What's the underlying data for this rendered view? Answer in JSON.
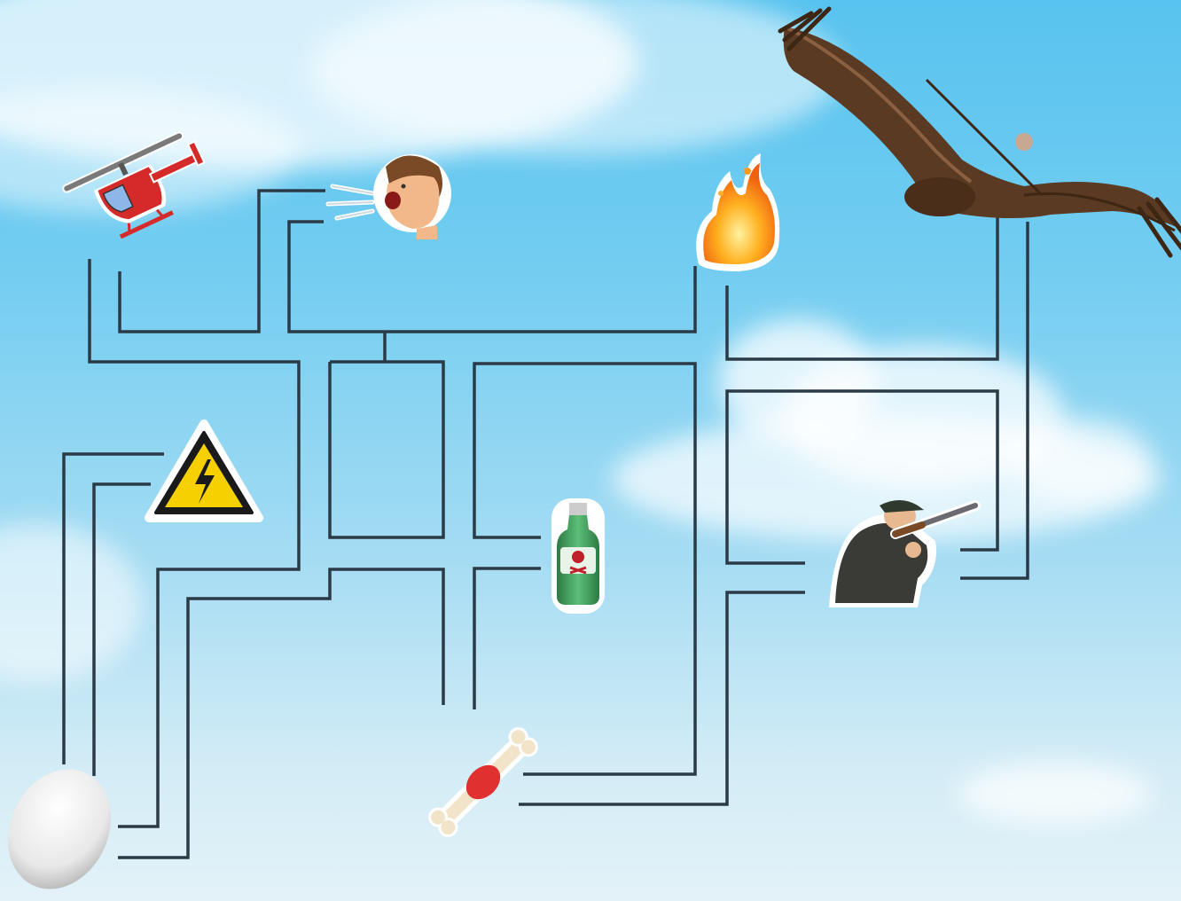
{
  "game": {
    "type": "line-maze",
    "start_item": "egg",
    "goal_item": "vulture",
    "items": [
      {
        "id": "helicopter",
        "icon": "helicopter-icon"
      },
      {
        "id": "blowing-man",
        "icon": "blowing-man-icon"
      },
      {
        "id": "fire",
        "icon": "fire-icon"
      },
      {
        "id": "vulture",
        "icon": "vulture-icon"
      },
      {
        "id": "high-voltage-sign",
        "icon": "warning-sign-icon"
      },
      {
        "id": "poison-bottle",
        "icon": "poison-bottle-icon"
      },
      {
        "id": "hunter",
        "icon": "hunter-icon"
      },
      {
        "id": "meat-bone",
        "icon": "bone-icon"
      },
      {
        "id": "egg",
        "icon": "egg-icon"
      }
    ]
  },
  "colors": {
    "sky_top": "#58c3ef",
    "sky_bottom": "#e3f2f8",
    "maze_line": "#2a3a46",
    "vulture_brown": "#6b4426",
    "helicopter_red": "#d42a2a",
    "warning_yellow": "#f7d000",
    "bottle_green": "#3f9a5a",
    "egg_white": "#f2f2f2"
  }
}
